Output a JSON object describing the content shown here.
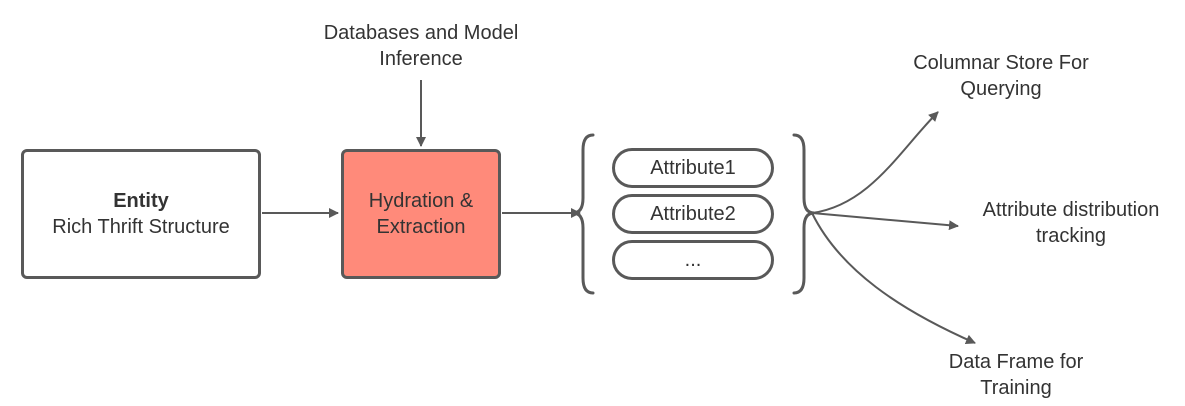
{
  "diagram": {
    "input_source": {
      "lines": [
        "Databases and Model",
        "Inference"
      ]
    },
    "entity": {
      "title": "Entity",
      "subtitle": "Rich Thrift Structure"
    },
    "process": {
      "lines": [
        "Hydration &",
        "Extraction"
      ],
      "fill": "#ff8a7a"
    },
    "attributes": [
      "Attribute1",
      "Attribute2",
      "..."
    ],
    "outputs": [
      {
        "lines": [
          "Columnar Store For",
          "Querying"
        ]
      },
      {
        "lines": [
          "Attribute distribution",
          "tracking"
        ]
      },
      {
        "lines": [
          "Data Frame for",
          "Training"
        ]
      }
    ],
    "colors": {
      "stroke": "#595959",
      "text": "#333333",
      "accent": "#ff8a7a"
    }
  }
}
